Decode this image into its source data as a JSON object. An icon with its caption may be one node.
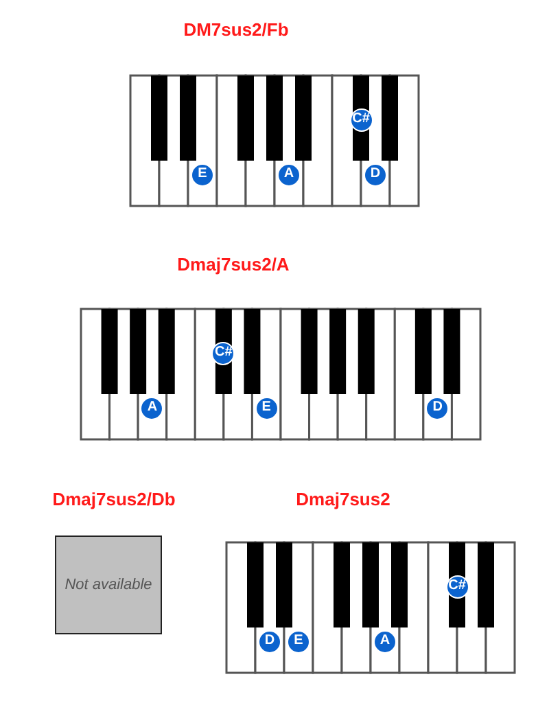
{
  "diagram": {
    "nodes": [
      {
        "text": [
          "DM7sus2/Fb"
        ]
      },
      {
        "text": [
          "E"
        ],
        "in": 0
      },
      {
        "text": [
          "A"
        ],
        "in": 0
      },
      {
        "text": [
          "C#"
        ],
        "in": 0
      },
      {
        "text": [
          "D"
        ],
        "in": 0
      },
      {
        "text": [
          "Dmaj7sus2/A"
        ]
      },
      {
        "text": [
          "A"
        ],
        "in": 5
      },
      {
        "text": [
          "C#"
        ],
        "in": 5
      },
      {
        "text": [
          "E"
        ],
        "in": 5
      },
      {
        "text": [
          "D"
        ],
        "in": 5
      },
      {
        "text": [
          "Dmaj7sus2/Db",
          "Not available"
        ]
      },
      {
        "text": [
          "Dmaj7sus2"
        ]
      },
      {
        "text": [
          "D"
        ],
        "in": 11
      },
      {
        "text": [
          "E"
        ],
        "in": 11
      },
      {
        "text": [
          "A"
        ],
        "in": 11
      },
      {
        "text": [
          "C#"
        ],
        "in": 11
      }
    ]
  }
}
